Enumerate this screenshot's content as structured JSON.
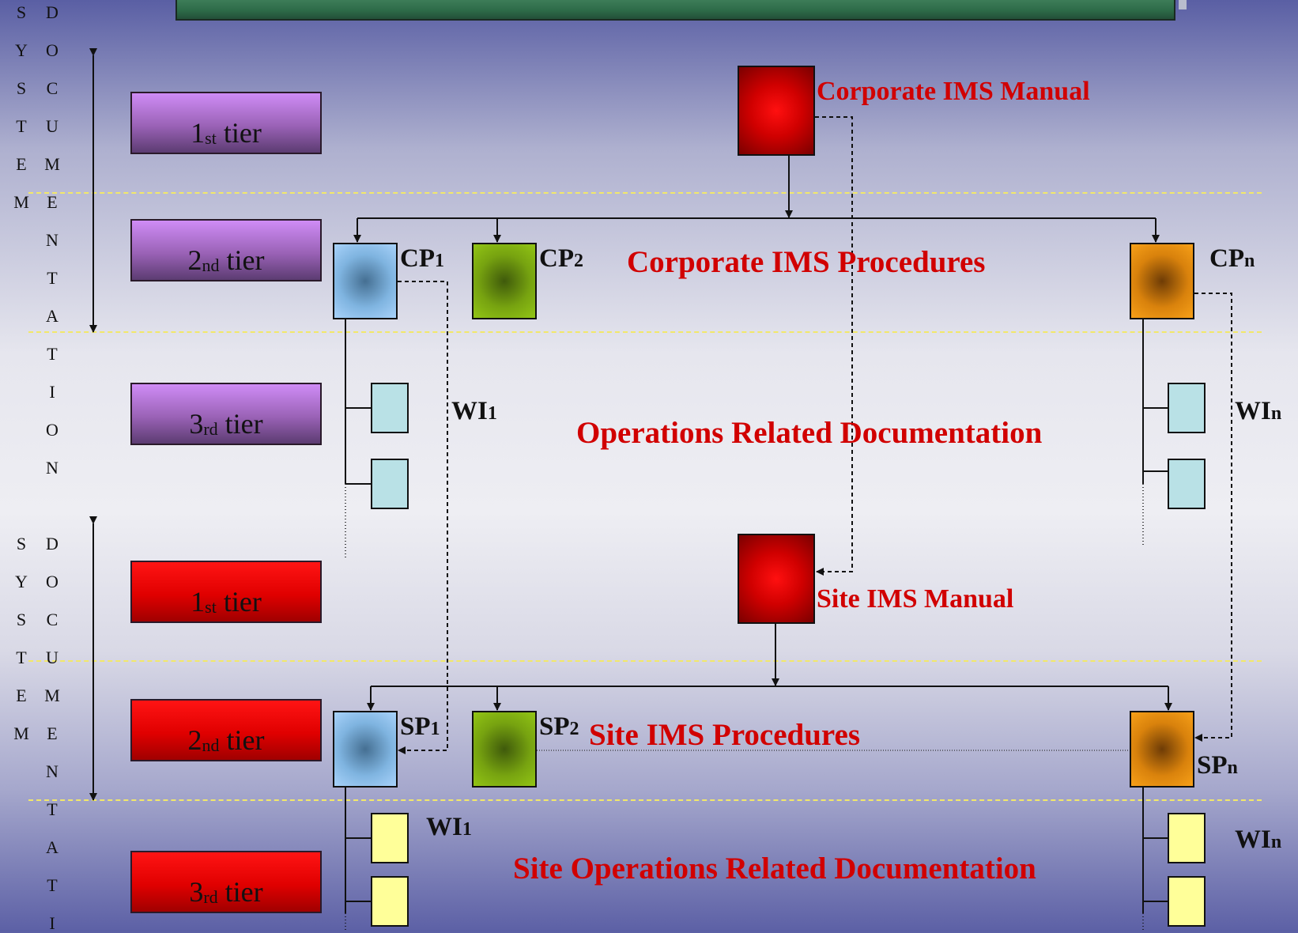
{
  "side_vertical": {
    "top": {
      "col1": [
        "S",
        "Y",
        "S",
        "T",
        "E",
        "M"
      ],
      "col2": [
        "D",
        "O",
        "C",
        "U",
        "M",
        "E",
        "N",
        "T",
        "A",
        "T",
        "I",
        "O",
        "N"
      ]
    },
    "bottom": {
      "col1": [
        "S",
        "Y",
        "S",
        "T",
        "E",
        "M"
      ],
      "col2": [
        "D",
        "O",
        "C",
        "U",
        "M",
        "E",
        "N",
        "T",
        "A",
        "T",
        "I"
      ]
    }
  },
  "tiers": {
    "corporate": [
      {
        "ord": "1",
        "sup": "st",
        "word": "tier"
      },
      {
        "ord": "2",
        "sup": "nd",
        "word": "tier"
      },
      {
        "ord": "3",
        "sup": "rd",
        "word": "tier"
      }
    ],
    "site": [
      {
        "ord": "1",
        "sup": "st",
        "word": "tier"
      },
      {
        "ord": "2",
        "sup": "nd",
        "word": "tier"
      },
      {
        "ord": "3",
        "sup": "rd",
        "word": "tier"
      }
    ]
  },
  "labels": {
    "corporate_manual": "Corporate IMS Manual",
    "corporate_procedures": "Corporate IMS Procedures",
    "operations_docs": "Operations Related Documentation",
    "site_manual": "Site IMS Manual",
    "site_procedures": "Site IMS Procedures",
    "site_operations_docs": "Site Operations Related Documentation"
  },
  "codes": {
    "cp1": {
      "main": "CP",
      "sub": "1"
    },
    "cp2": {
      "main": "CP",
      "sub": "2"
    },
    "cpn": {
      "main": "CP",
      "sub": "n"
    },
    "wi1_top": {
      "main": "WI",
      "sub": "1"
    },
    "win_top": {
      "main": "WI",
      "sub": "n"
    },
    "sp1": {
      "main": "SP",
      "sub": "1"
    },
    "sp2": {
      "main": "SP",
      "sub": "2"
    },
    "spn": {
      "main": "SP",
      "sub": "n"
    },
    "wi1_bottom": {
      "main": "WI",
      "sub": "1"
    },
    "win_bottom": {
      "main": "WI",
      "sub": "n"
    }
  },
  "colors": {
    "label_red": "#d10000",
    "tier_purple": "#9a62b6",
    "tier_red": "#e00000",
    "divider_yellow": "#f2e86a"
  }
}
